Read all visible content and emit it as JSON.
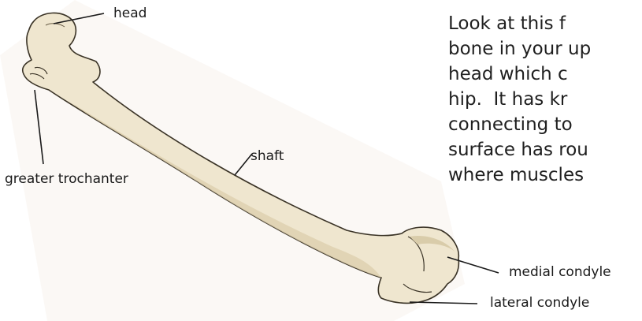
{
  "colors": {
    "bone_fill": "#efe6cf",
    "bone_shade": "#d9ccaa",
    "bone_outline": "#3a3326",
    "text": "#1f1f1f",
    "background": "#ffffff"
  },
  "labels": {
    "head": "head",
    "shaft": "shaft",
    "greater_trochanter": "greater trochanter",
    "medial_condyle": "medial condyle",
    "lateral_condyle": "lateral condyle"
  },
  "paragraph_lines": [
    "Look at this f",
    "bone in your up",
    "head which c",
    "hip.  It has kr",
    "connecting to",
    "surface has rou",
    "where muscles"
  ]
}
